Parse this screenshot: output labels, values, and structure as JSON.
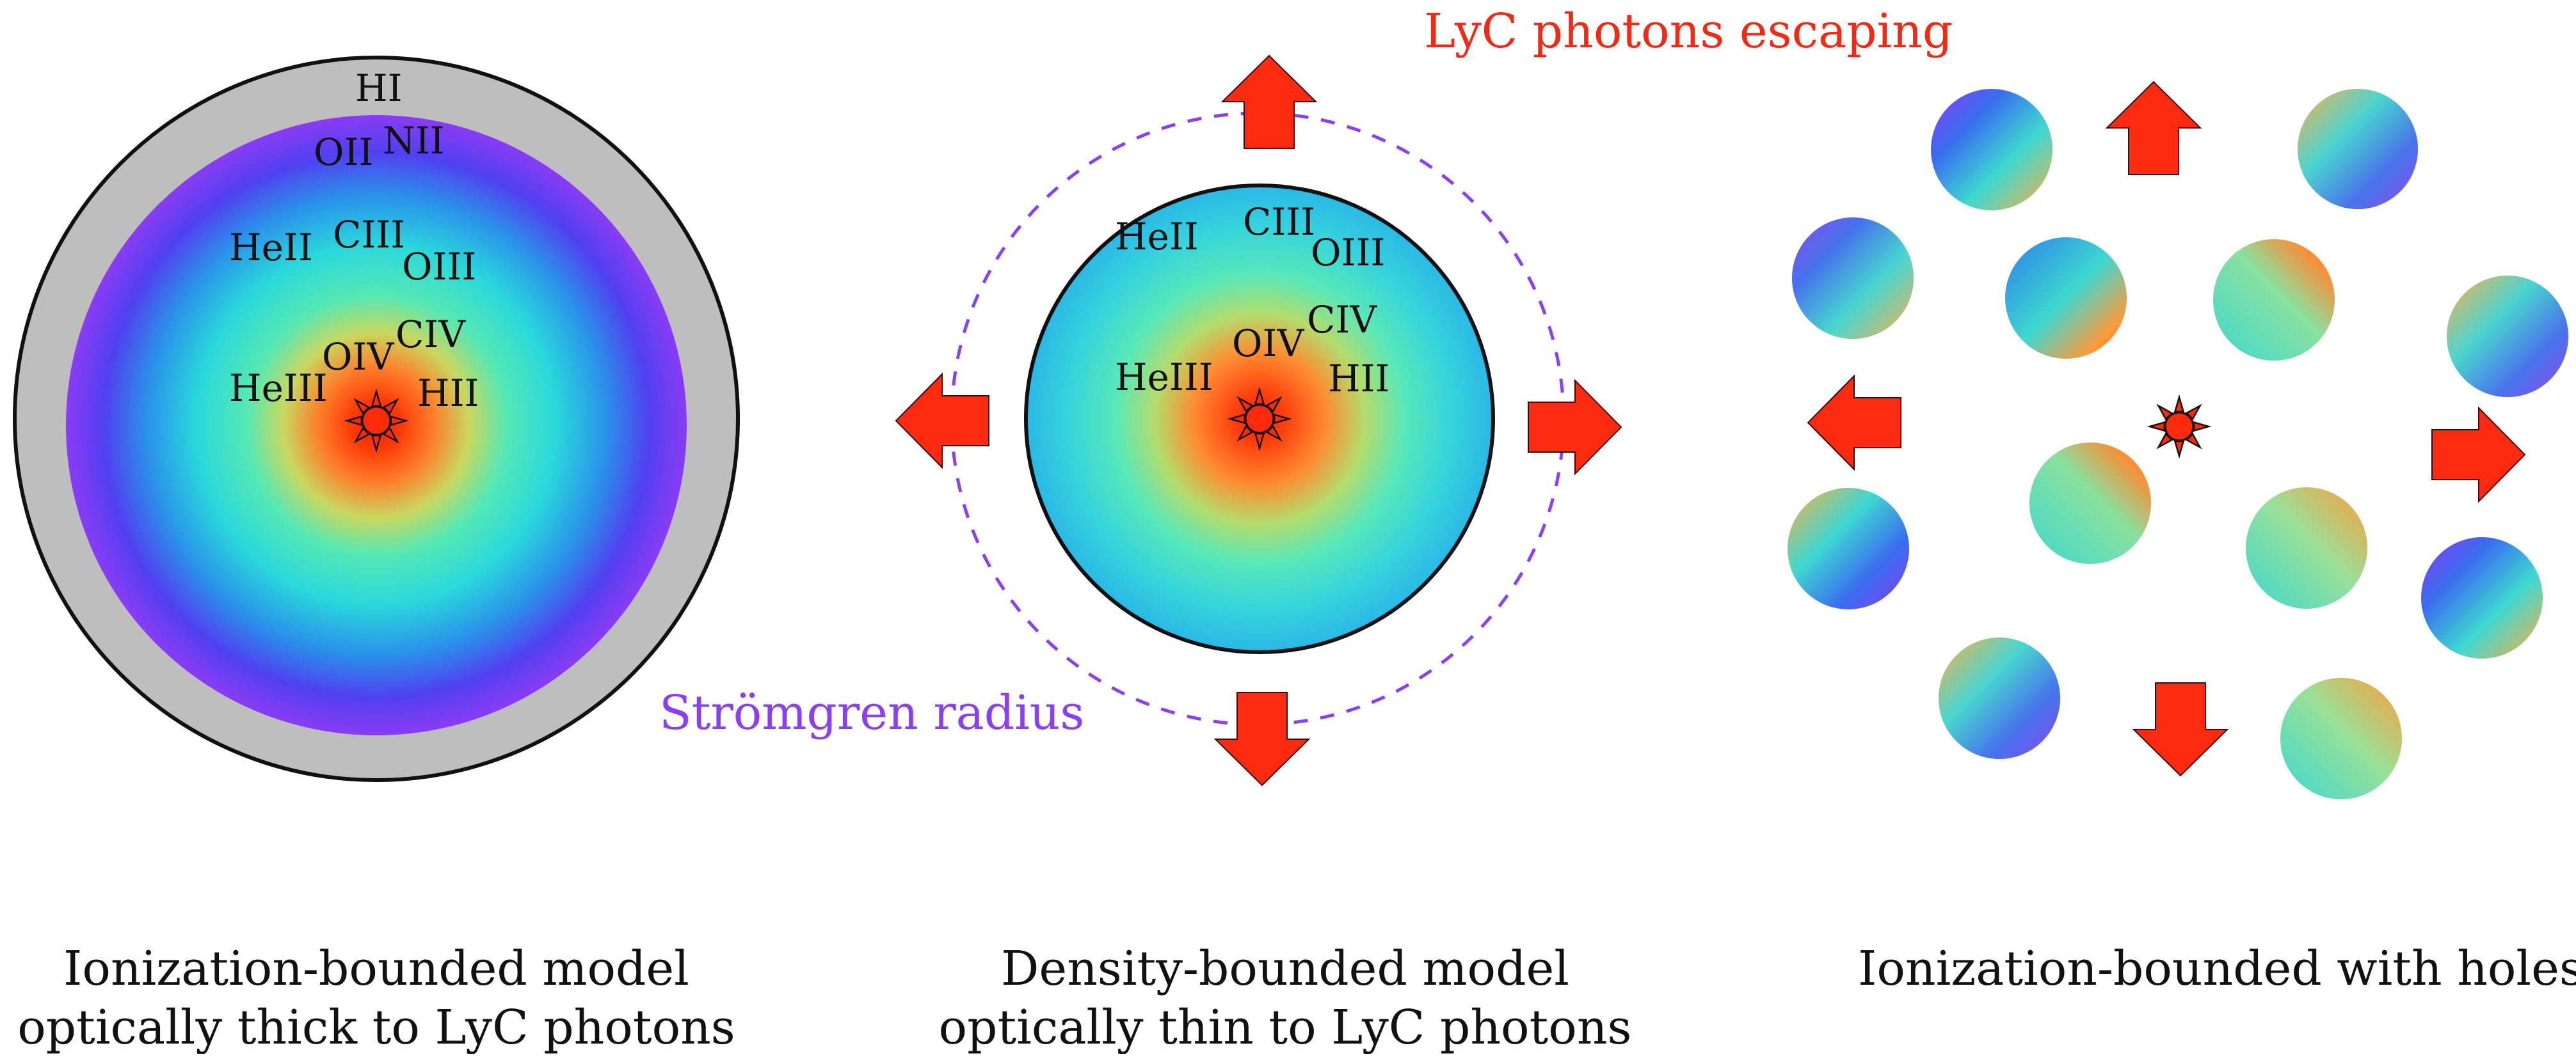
{
  "colors": {
    "arrow_fill": "#fb2a10",
    "arrow_stroke": "#3a0a05",
    "annotation_red": "#f02a14",
    "stromgren_purple": "#8a3ff0",
    "neutral_shell": "#bebebe",
    "outline": "#111111",
    "star_fill": "#ff2a0a"
  },
  "icons": {
    "star": "sun-star-icon",
    "arrow": "outward-arrow-icon"
  },
  "annotations": {
    "lyc_escape": "LyC photons escaping",
    "stromgren": "Strömgren radius"
  },
  "panels": {
    "ionization": {
      "ions": {
        "hi": "HI",
        "oii": "OII",
        "nii": "NII",
        "heii": "HeII",
        "ciii": "CIII",
        "oiii": "OIII",
        "oiv": "OIV",
        "civ": "CIV",
        "heiii": "HeIII",
        "hii": "HII"
      },
      "caption_line1": "Ionization-bounded model",
      "caption_line2": "optically thick to LyC photons"
    },
    "density": {
      "ions": {
        "heii": "HeII",
        "ciii": "CIII",
        "oiii": "OIII",
        "civ": "CIV",
        "oiv": "OIV",
        "heiii": "HeIII",
        "hii": "HII"
      },
      "caption_line1": "Density-bounded model",
      "caption_line2": "optically thin to LyC photons"
    },
    "holes": {
      "caption_line1": "Ionization-bounded with holes"
    }
  }
}
